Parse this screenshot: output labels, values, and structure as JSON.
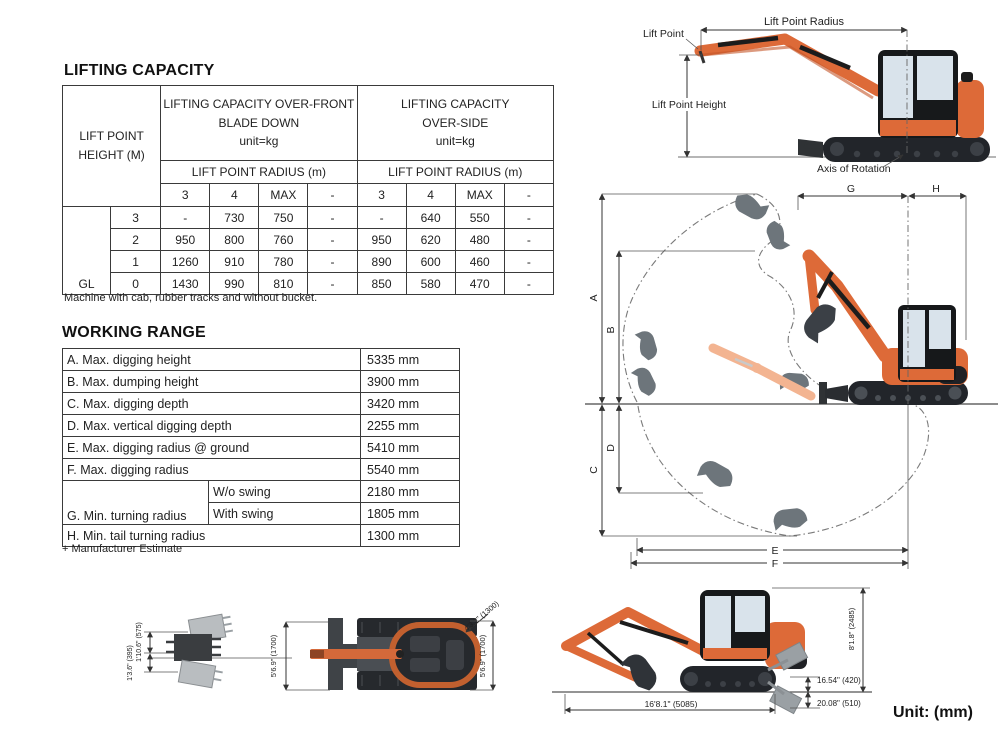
{
  "lifting_capacity": {
    "title": "LIFTING CAPACITY",
    "corner_header": "LIFT POINT\nHEIGHT (M)",
    "group_front_header": "LIFTING CAPACITY OVER-FRONT\nBLADE DOWN\nunit=kg",
    "group_side_header": "LIFTING CAPACITY\nOVER-SIDE\nunit=kg",
    "radius_header_front": "LIFT POINT RADIUS (m)",
    "radius_header_side": "LIFT POINT RADIUS (m)",
    "radius_cols_front": [
      "3",
      "4",
      "MAX",
      "-"
    ],
    "radius_cols_side": [
      "3",
      "4",
      "MAX",
      "-"
    ],
    "gl_label": "GL",
    "rows": [
      {
        "height": "3",
        "front": [
          "-",
          "730",
          "750",
          "-"
        ],
        "side": [
          "-",
          "640",
          "550",
          "-"
        ]
      },
      {
        "height": "2",
        "front": [
          "950",
          "800",
          "760",
          "-"
        ],
        "side": [
          "950",
          "620",
          "480",
          "-"
        ]
      },
      {
        "height": "1",
        "front": [
          "1260",
          "910",
          "780",
          "-"
        ],
        "side": [
          "890",
          "600",
          "460",
          "-"
        ]
      },
      {
        "height": "0",
        "front": [
          "1430",
          "990",
          "810",
          "-"
        ],
        "side": [
          "850",
          "580",
          "470",
          "-"
        ]
      }
    ],
    "footnote": "Machine with cab, rubber tracks and without bucket."
  },
  "working_range": {
    "title": "WORKING RANGE",
    "rows": [
      {
        "label": "A. Max. digging height",
        "value": "5335 mm"
      },
      {
        "label": "B. Max. dumping height",
        "value": "3900 mm"
      },
      {
        "label": "C. Max. digging depth",
        "value": "3420 mm"
      },
      {
        "label": "D. Max. vertical digging depth",
        "value": "2255 mm"
      },
      {
        "label": "E. Max. digging radius @ ground",
        "value": "5410 mm"
      },
      {
        "label": "F. Max. digging radius",
        "value": "5540 mm"
      }
    ],
    "g_row": {
      "label": "G. Min. turning radius",
      "sub": [
        {
          "label": "W/o swing",
          "value": "2180 mm"
        },
        {
          "label": "With swing",
          "value": "1805 mm"
        }
      ]
    },
    "h_row": {
      "label": "H. Min. tail turning radius",
      "value": "1300 mm"
    },
    "footnote": "+ Manufacturer Estimate"
  },
  "lift_diagram": {
    "lift_point": "Lift Point",
    "lift_point_radius": "Lift Point Radius",
    "lift_point_height": "Lift Point Height",
    "axis_of_rotation": "Axis of Rotation"
  },
  "range_diagram": {
    "a": "A",
    "b": "B",
    "c": "C",
    "d": "D",
    "e": "E",
    "f": "F",
    "g": "G",
    "h": "H"
  },
  "plan_view": {
    "dim_575": "1'10.6\" (575)",
    "dim_395": "1'3.6\" (395)",
    "dim_width": "5'6.9\" (1700)",
    "dim_1300": "4'3.2\" (1300)",
    "dim_1700_right": "5'6.9\" (1700)"
  },
  "side_view": {
    "dim_length": "16'8.1\" (5085)",
    "dim_height": "8'1.8\" (2485)",
    "dim_blade_up": "16.54\" (420)",
    "dim_blade_down": "20.08\" (510)"
  },
  "unit_note": "Unit: (mm)",
  "colors": {
    "machine_orange": "#dd6a38",
    "track_dark": "#22252a",
    "window": "#d9e3eb",
    "ghost_orange": "#f3b491",
    "bucket_gray": "#6d757b"
  }
}
